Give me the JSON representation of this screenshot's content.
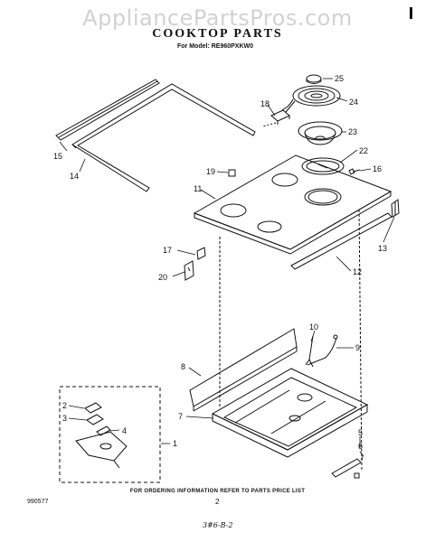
{
  "watermark": "AppliancePartsPros.com",
  "title": "COOKTOP PARTS",
  "model": "For Model: RE960PXKW0",
  "callouts": {
    "1": "1",
    "2": "2",
    "3": "3",
    "4": "4",
    "5": "5",
    "6": "6",
    "7": "7",
    "8": "8",
    "9": "9",
    "10": "10",
    "11": "11",
    "12": "12",
    "13": "13",
    "14": "14",
    "15": "15",
    "16": "16",
    "17": "17",
    "18": "18",
    "19": "19",
    "20": "20",
    "22": "22",
    "23": "23",
    "24": "24",
    "25": "25"
  },
  "footer_note": "FOR ORDERING INFORMATION REFER TO PARTS PRICE LIST",
  "doc_number": "990577",
  "page_number": "2",
  "handwritten": "3#6-B-2"
}
